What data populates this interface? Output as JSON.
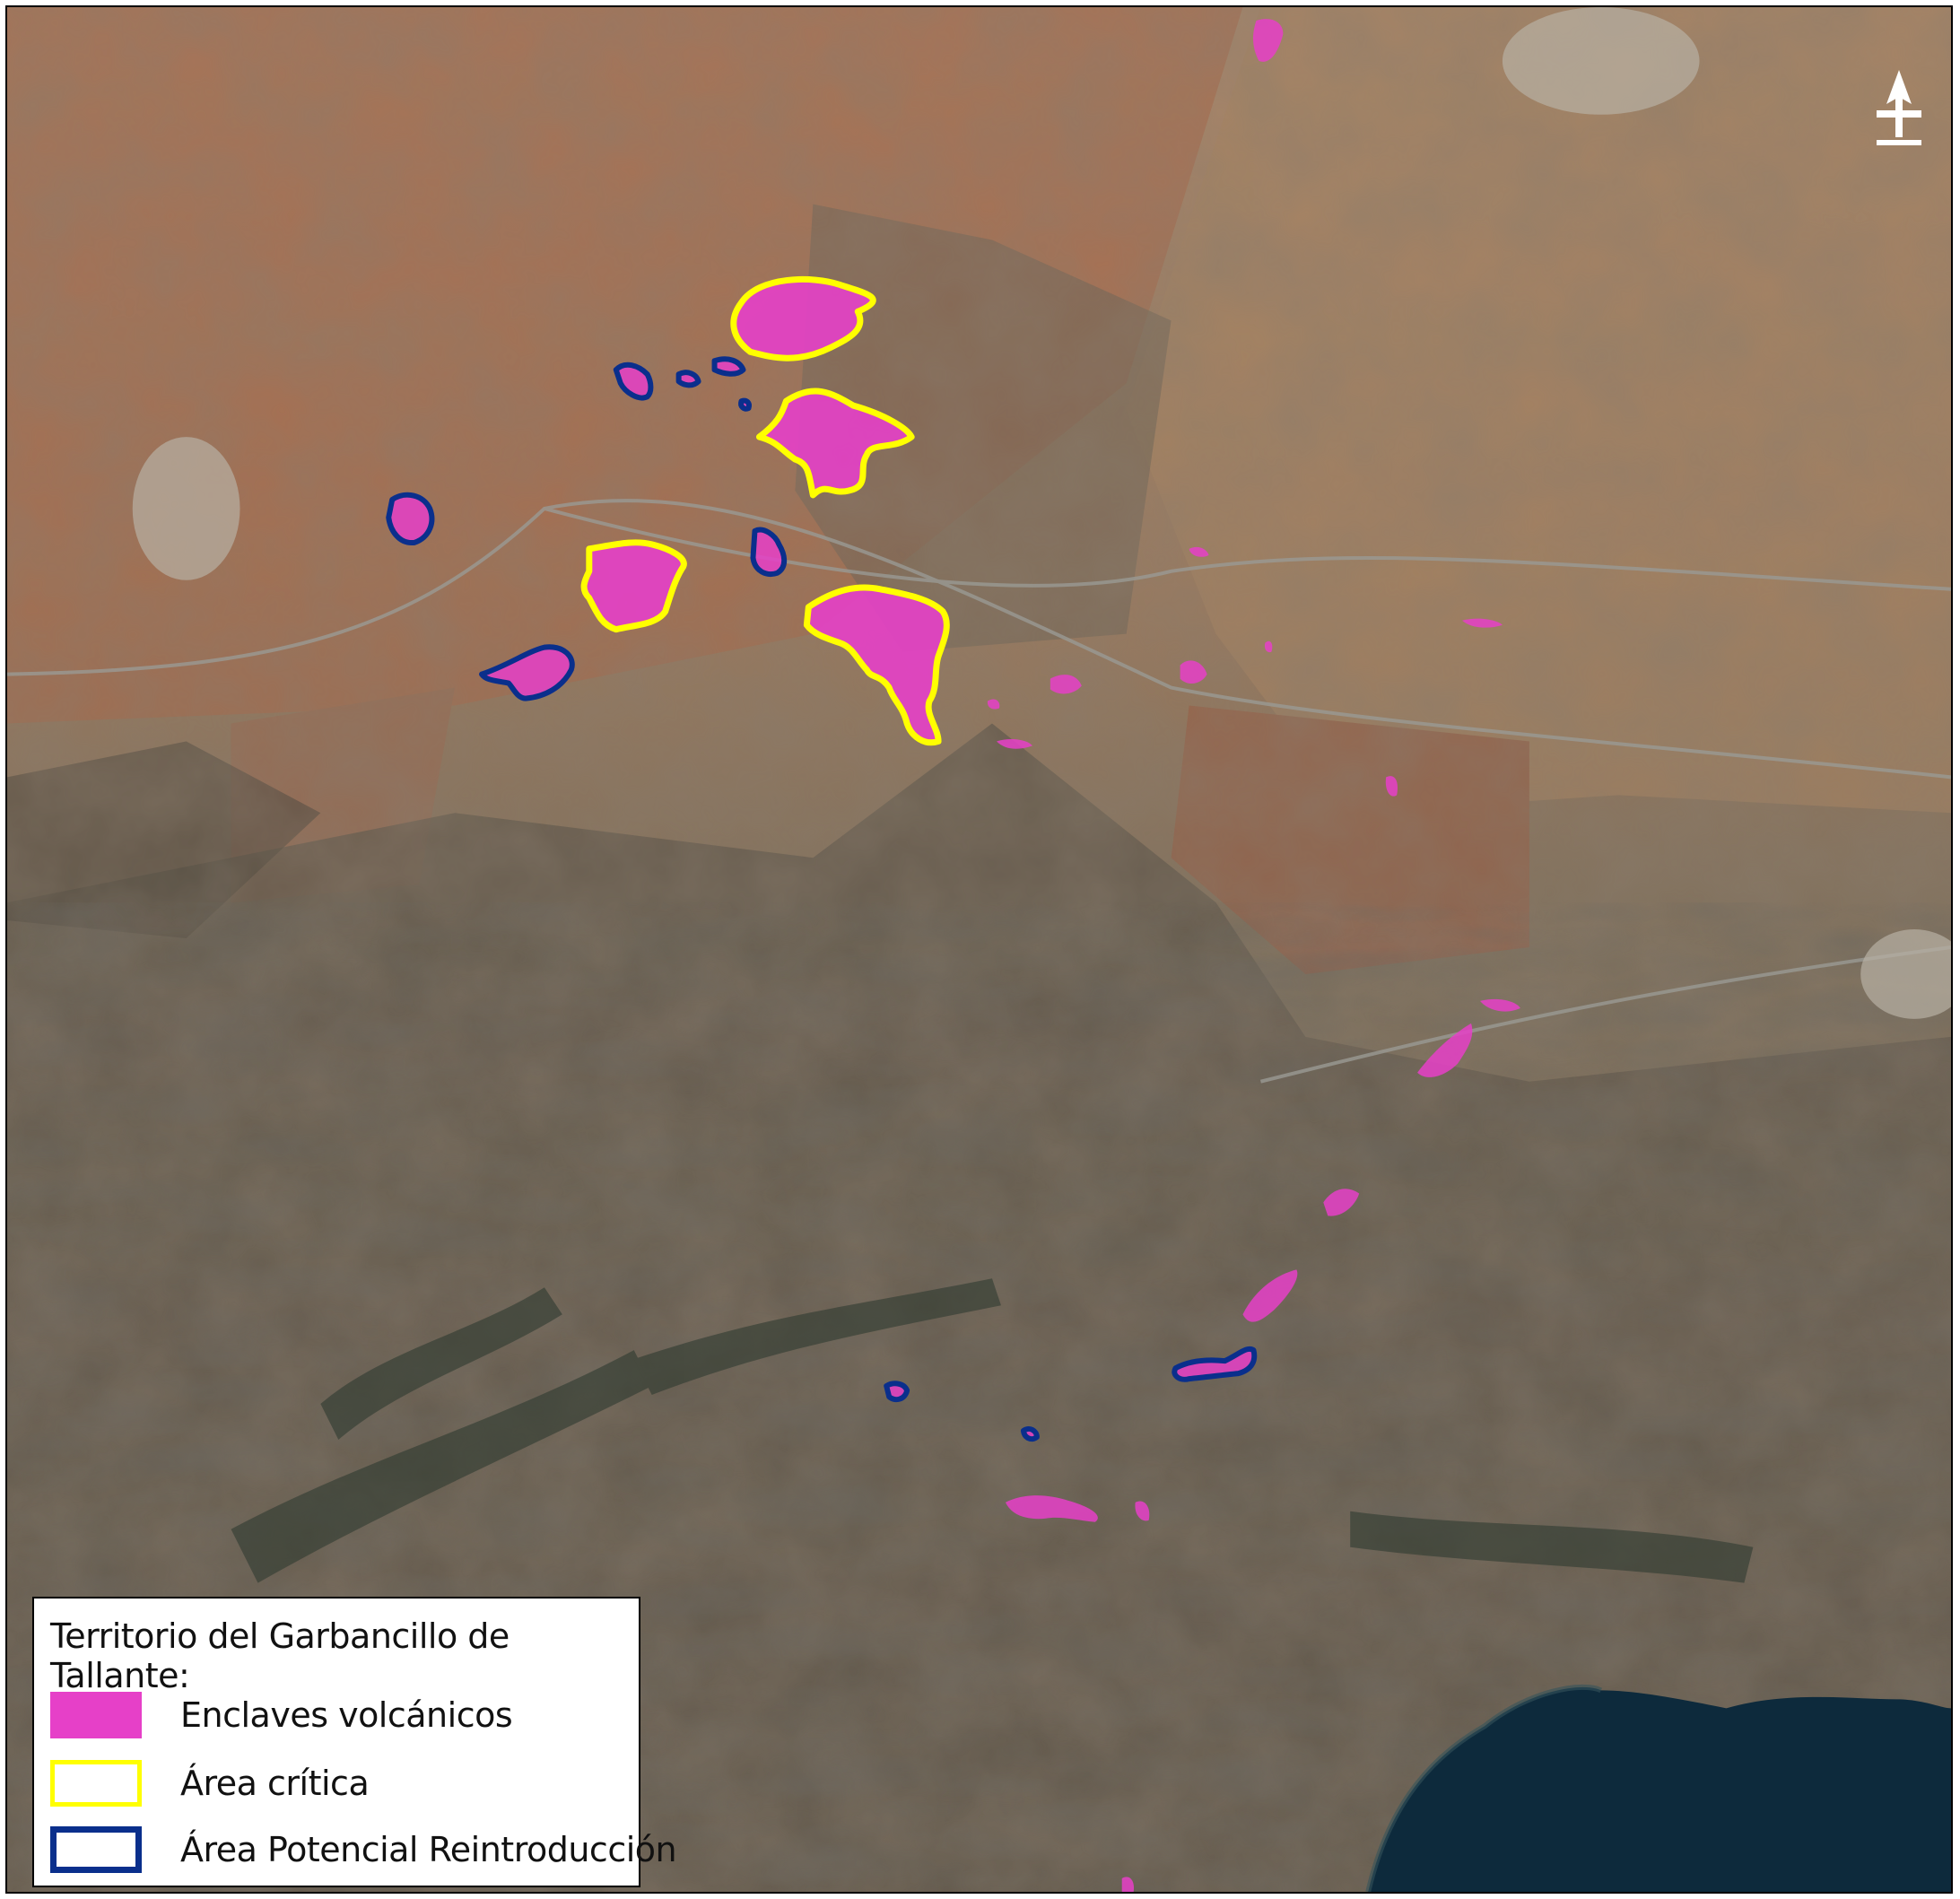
{
  "map": {
    "colors": {
      "volcanic": "#e640c8",
      "critical": "#ffff00",
      "reintro": "#0a2f8c",
      "sea": "#0d2a3c"
    },
    "north_arrow_icon": "north-arrow-icon"
  },
  "legend": {
    "title": "Territorio del Garbancillo de Tallante:",
    "items": [
      {
        "label": "Enclaves volcánicos",
        "swatch": "filled-magenta"
      },
      {
        "label": "Área crítica",
        "swatch": "outline-yellow"
      },
      {
        "label": "Área Potencial Reintroducción",
        "swatch": "outline-blue"
      }
    ]
  }
}
